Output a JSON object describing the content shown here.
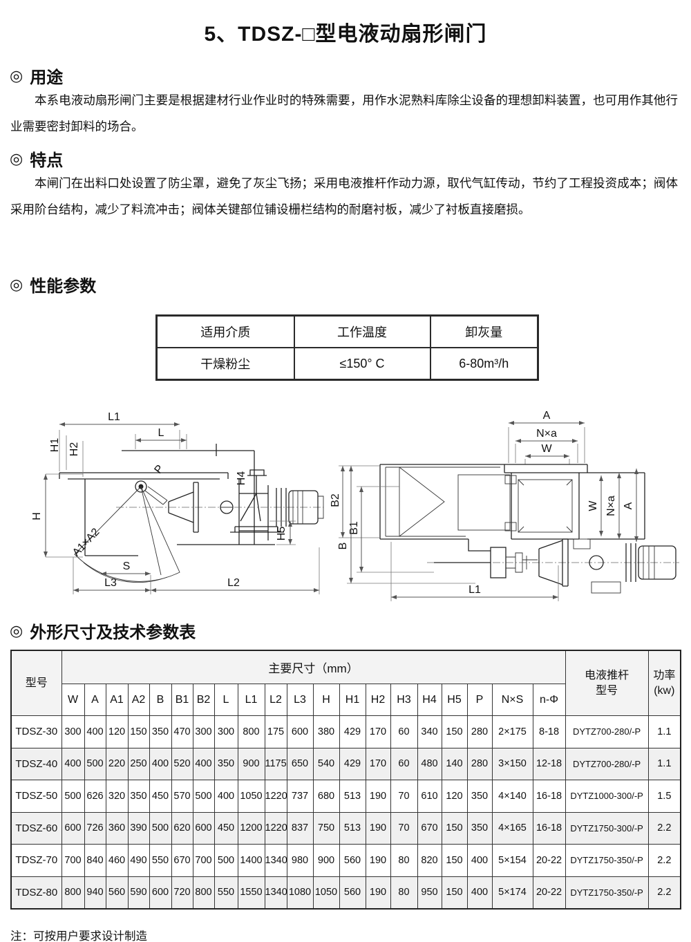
{
  "bullet": "◎",
  "title": "5、TDSZ-□型电液动扇形闸门",
  "sections": {
    "usage": {
      "label": "用途",
      "body": "本系电液动扇形闸门主要是根据建材行业作业时的特殊需要，用作水泥熟料库除尘设备的理想卸料装置，也可用作其他行业需要密封卸料的场合。"
    },
    "features": {
      "label": "特点",
      "body": "本闸门在出料口处设置了防尘罩，避免了灰尘飞扬；采用电液推杆作动力源，取代气缸传动，节约了工程投资成本；阀体采用阶台结构，减少了料流冲击；阀体关键部位铺设栅栏结构的耐磨衬板，减少了衬板直接磨损。"
    },
    "performance": {
      "label": "性能参数"
    },
    "dimensions": {
      "label": "外形尺寸及技术参数表"
    }
  },
  "performance_table": {
    "headers": [
      "适用介质",
      "工作温度",
      "卸灰量"
    ],
    "values": [
      "干燥粉尘",
      "≤150° C",
      "6-80m³/h"
    ]
  },
  "diagrams": {
    "left": {
      "labels": [
        "L1",
        "H1",
        "H2",
        "L",
        "H",
        "P",
        "H4",
        "A1×A2",
        "S",
        "H5",
        "L3",
        "L2"
      ]
    },
    "right": {
      "labels": [
        "A",
        "N×a",
        "W",
        "B2",
        "B1",
        "B",
        "W",
        "N×a",
        "A",
        "L1"
      ]
    }
  },
  "spec_table": {
    "model_header": "型号",
    "dims_header": "主要尺寸（mm）",
    "dim_cols": [
      "W",
      "A",
      "A1",
      "A2",
      "B",
      "B1",
      "B2",
      "L",
      "L1",
      "L2",
      "L3",
      "H",
      "H1",
      "H2",
      "H3",
      "H4",
      "H5",
      "P",
      "N×S",
      "n-Φ"
    ],
    "pusher_header_line1": "电液推杆",
    "pusher_header_line2": "型号",
    "power_header_line1": "功率",
    "power_header_line2": "(kw)",
    "rows": [
      {
        "model": "TDSZ-30",
        "dims": [
          "300",
          "400",
          "120",
          "150",
          "350",
          "470",
          "300",
          "300",
          "800",
          "175",
          "600",
          "380",
          "429",
          "170",
          "60",
          "340",
          "150",
          "280",
          "2×175",
          "8-18"
        ],
        "pusher": "DYTZ700-280/-P",
        "power": "1.1"
      },
      {
        "model": "TDSZ-40",
        "dims": [
          "400",
          "500",
          "220",
          "250",
          "400",
          "520",
          "400",
          "350",
          "900",
          "1175",
          "650",
          "540",
          "429",
          "170",
          "60",
          "480",
          "140",
          "280",
          "3×150",
          "12-18"
        ],
        "pusher": "DYTZ700-280/-P",
        "power": "1.1"
      },
      {
        "model": "TDSZ-50",
        "dims": [
          "500",
          "626",
          "320",
          "350",
          "450",
          "570",
          "500",
          "400",
          "1050",
          "1220",
          "737",
          "680",
          "513",
          "190",
          "70",
          "610",
          "120",
          "350",
          "4×140",
          "16-18"
        ],
        "pusher": "DYTZ1000-300/-P",
        "power": "1.5"
      },
      {
        "model": "TDSZ-60",
        "dims": [
          "600",
          "726",
          "360",
          "390",
          "500",
          "620",
          "600",
          "450",
          "1200",
          "1220",
          "837",
          "750",
          "513",
          "190",
          "70",
          "670",
          "150",
          "350",
          "4×165",
          "16-18"
        ],
        "pusher": "DYTZ1750-300/-P",
        "power": "2.2"
      },
      {
        "model": "TDSZ-70",
        "dims": [
          "700",
          "840",
          "460",
          "490",
          "550",
          "670",
          "700",
          "500",
          "1400",
          "1340",
          "980",
          "900",
          "560",
          "190",
          "80",
          "820",
          "150",
          "400",
          "5×154",
          "20-22"
        ],
        "pusher": "DYTZ1750-350/-P",
        "power": "2.2"
      },
      {
        "model": "TDSZ-80",
        "dims": [
          "800",
          "940",
          "560",
          "590",
          "600",
          "720",
          "800",
          "550",
          "1550",
          "1340",
          "1080",
          "1050",
          "560",
          "190",
          "80",
          "950",
          "150",
          "400",
          "5×174",
          "20-22"
        ],
        "pusher": "DYTZ1750-350/-P",
        "power": "2.2"
      }
    ]
  },
  "note": "注：可按用户要求设计制造"
}
